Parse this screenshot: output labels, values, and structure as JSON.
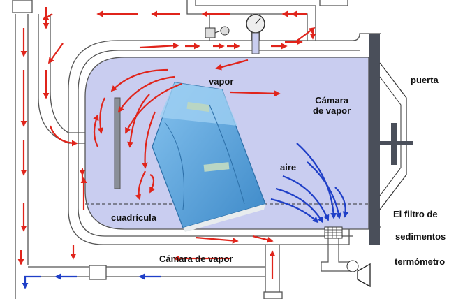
{
  "labels": {
    "vapor": "vapor",
    "camara_top_line1": "Cámara",
    "camara_top_line2": "de vapor",
    "puerta": "puerta",
    "aire": "aire",
    "cuadricula": "cuadrícula",
    "filtro_line1": "El filtro de",
    "filtro_line2": "sedimentos",
    "camara_bottom": "Cámara de vapor",
    "termometro": "termómetro"
  },
  "colors": {
    "chamber_fill": "#c9cdf0",
    "pipe_outline": "#555555",
    "steam_arrow": "#e0241b",
    "air_arrow": "#1f3fc7",
    "door": "#4a4f5a",
    "package": "#5aa6dc",
    "label_bg": "#c9cdf0"
  }
}
